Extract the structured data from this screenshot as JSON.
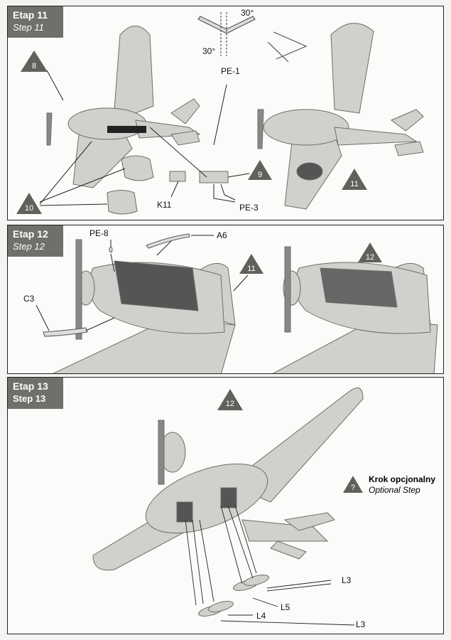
{
  "steps": [
    {
      "title": "Etap 11",
      "subtitle": "Step 11"
    },
    {
      "title": "Etap 12",
      "subtitle": "Step 12"
    },
    {
      "title": "Etap 13",
      "subtitle": "Step 13"
    }
  ],
  "step11": {
    "angle1": "30°",
    "angle2": "30°",
    "part_pe1": "PE-1",
    "part_k11": "K11",
    "part_pe3": "PE-3",
    "ref_a": "8",
    "ref_b": "9",
    "ref_c": "10",
    "ref_d": "11"
  },
  "step12": {
    "part_pe8": "PE-8",
    "part_a6": "A6",
    "part_c3": "C3",
    "ref_a": "11",
    "ref_b": "12"
  },
  "step13": {
    "ref_a": "12",
    "opt_mark": "?",
    "optional_pl": "Krok opcjonalny",
    "optional_en": "Optional Step",
    "part_l3a": "L3",
    "part_l5": "L5",
    "part_l4": "L4",
    "part_l3b": "L3"
  },
  "colors": {
    "header_bg": "#6f706b",
    "triangle": "#5f625c",
    "model": "#cfd1cc"
  }
}
